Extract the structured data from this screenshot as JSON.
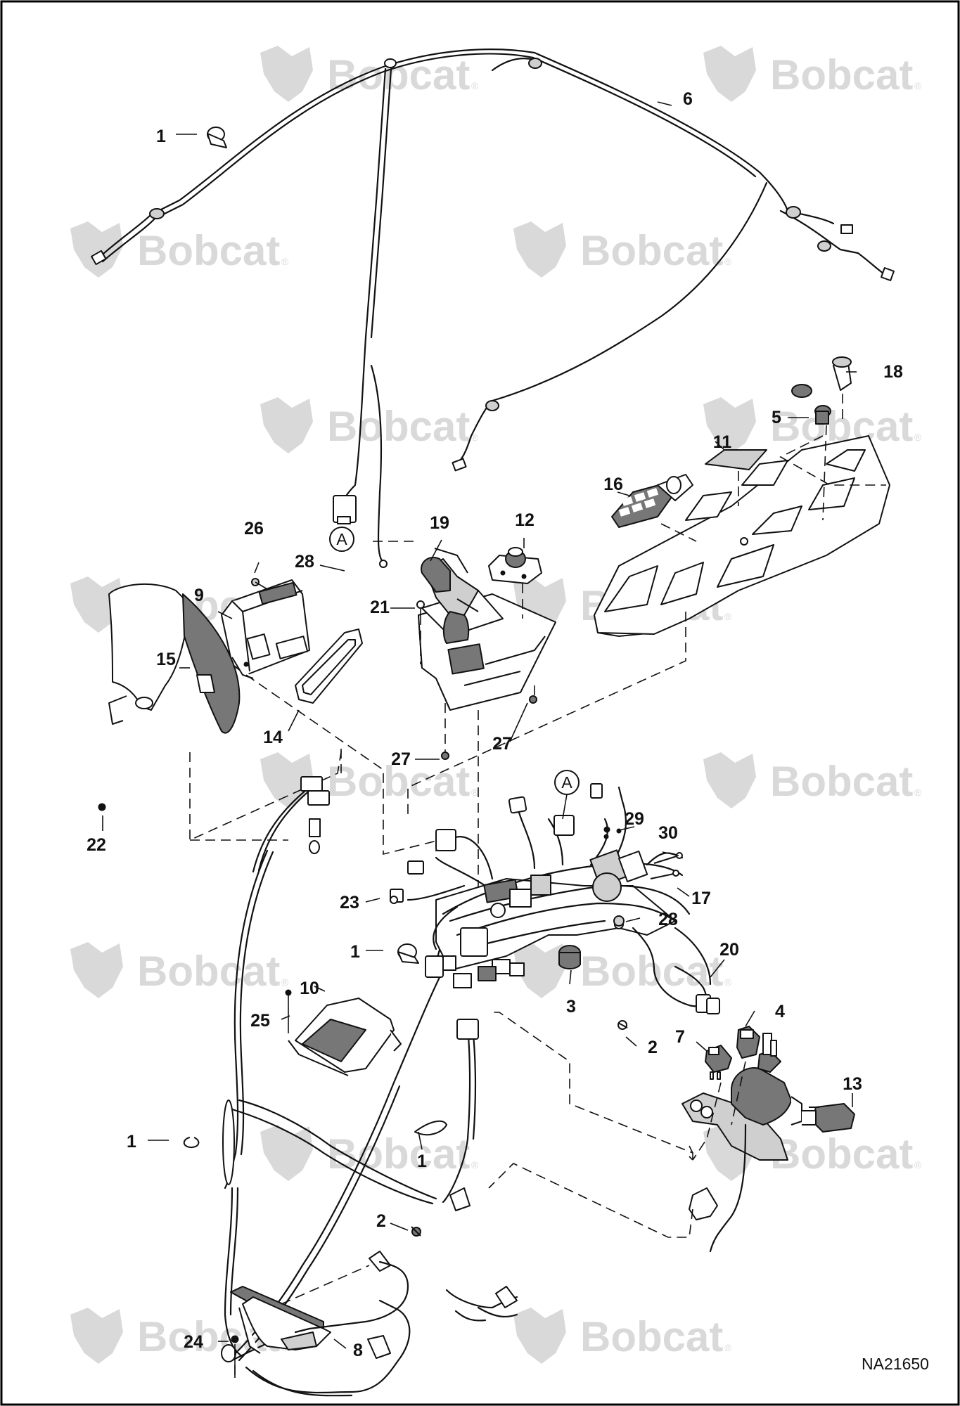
{
  "drawing_number": "NA21650",
  "watermark": {
    "brand": "Bobcat",
    "trademark": "®",
    "color": "#d9d9d9"
  },
  "connection_marker": "A",
  "callouts": {
    "c1a": "1",
    "c1b": "1",
    "c1c": "1",
    "c1d": "1",
    "c2a": "2",
    "c2b": "2",
    "c3": "3",
    "c4": "4",
    "c5": "5",
    "c6": "6",
    "c7": "7",
    "c8": "8",
    "c9": "9",
    "c10": "10",
    "c11": "11",
    "c12": "12",
    "c13": "13",
    "c14": "14",
    "c15": "15",
    "c16": "16",
    "c17": "17",
    "c18": "18",
    "c19": "19",
    "c20": "20",
    "c21": "21",
    "c22": "22",
    "c23": "23",
    "c24": "24",
    "c25": "25",
    "c26": "26",
    "c27a": "27",
    "c27b": "27",
    "c28a": "28",
    "c28b": "28",
    "c29": "29",
    "c30": "30"
  },
  "colors": {
    "line": "#111111",
    "frame": "#000000",
    "part_fill": "#cfcfcf"
  }
}
